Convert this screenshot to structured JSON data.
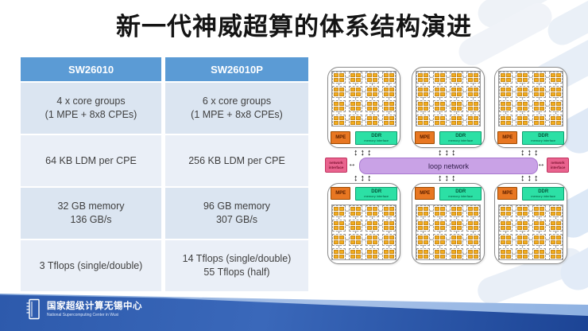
{
  "title": "新一代神威超算的体系结构演进",
  "table": {
    "headers": [
      "SW26010",
      "SW26010P"
    ],
    "rows": [
      [
        [
          "4 x core groups",
          "(1 MPE + 8x8 CPEs)"
        ],
        [
          "6 x core groups",
          "(1 MPE + 8x8 CPEs)"
        ]
      ],
      [
        [
          "64 KB LDM per CPE"
        ],
        [
          "256 KB LDM per CPE"
        ]
      ],
      [
        [
          "32 GB memory",
          "136 GB/s"
        ],
        [
          "96 GB memory",
          "307 GB/s"
        ]
      ],
      [
        [
          "3 Tflops (single/double)"
        ],
        [
          "14 Tflops (single/double)",
          "55 Tflops (half)"
        ]
      ]
    ]
  },
  "diagram": {
    "core_group_count": 6,
    "cpe_grid": {
      "rows": 4,
      "cols": 4,
      "cluster": "2x2 CPEs"
    },
    "mpe_label": "MPE",
    "ddr_label": "DDR",
    "ddr_sublabel": "memory interface",
    "loop_network_label": "loop network",
    "network_interface_label": "network interface",
    "icons": {
      "h_arrow": "↔",
      "v_arrow": "↕"
    }
  },
  "footer": {
    "org_cn": "国家超级计算无锡中心",
    "org_en": "National Supercomputing Center in Wuxi",
    "logo_icon": "nscc-building-logo"
  },
  "colors": {
    "table_header_bg": "#5b9bd5",
    "table_row_dark": "#dbe5f1",
    "table_row_light": "#eaeff7",
    "mpe_chip": "#e87722",
    "ddr_chip": "#2ce0a5",
    "cpe_core": "#f3ad1d",
    "loop_network": "#c9a2e6",
    "network_interface": "#e9638e",
    "footer_band": "#2d5aac"
  }
}
